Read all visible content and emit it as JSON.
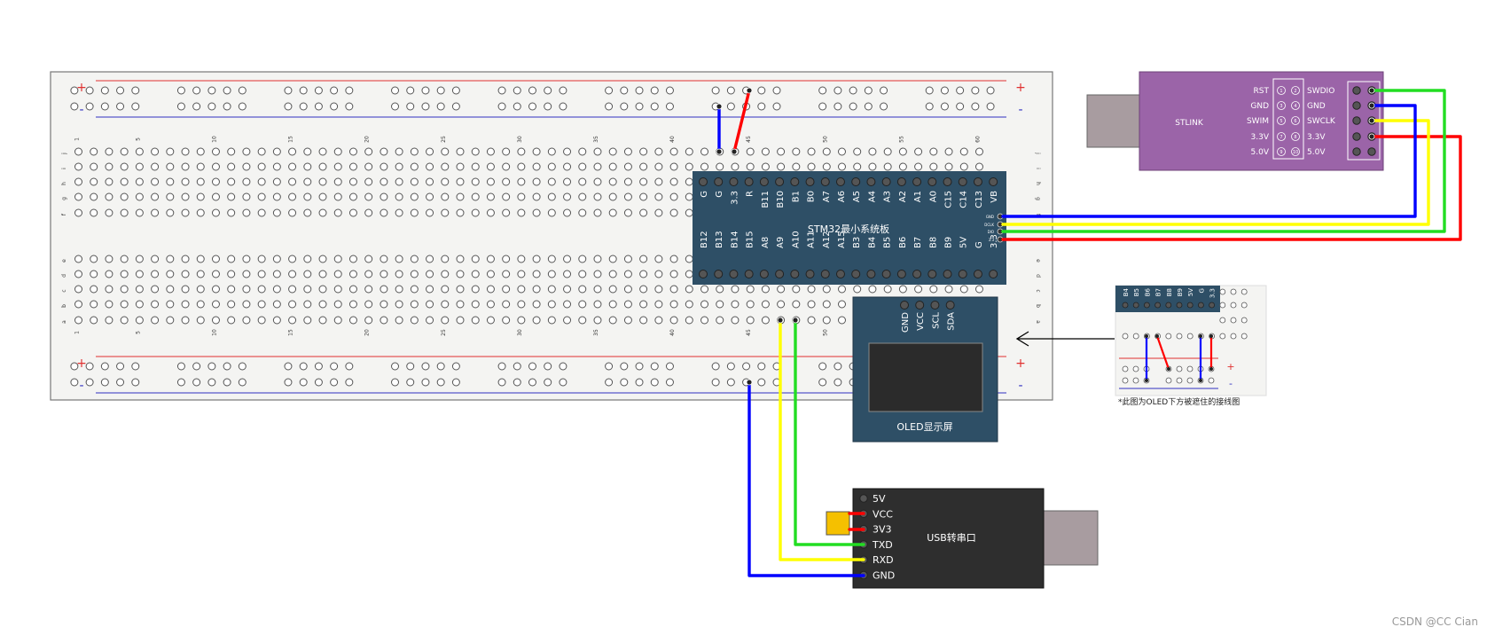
{
  "breadboard": {
    "rail_plus": "+",
    "rail_minus": "-",
    "column_numbers": [
      "1",
      "5",
      "10",
      "15",
      "20",
      "25",
      "30",
      "35",
      "40",
      "45",
      "50",
      "55",
      "60"
    ],
    "row_letters_top": [
      "j",
      "i",
      "h",
      "g",
      "f"
    ],
    "row_letters_bottom": [
      "e",
      "d",
      "c",
      "b",
      "a"
    ]
  },
  "stm32": {
    "title": "STM32最小系统板",
    "top_pins": [
      "G",
      "G",
      "3.3",
      "R",
      "B11",
      "B10",
      "B1",
      "B0",
      "A7",
      "A6",
      "A5",
      "A4",
      "A3",
      "A2",
      "A1",
      "A0",
      "C15",
      "C14",
      "C13",
      "VB"
    ],
    "bottom_pins": [
      "B12",
      "B13",
      "B14",
      "B15",
      "A8",
      "A9",
      "A10",
      "A11",
      "A12",
      "A15",
      "B3",
      "B4",
      "B5",
      "B6",
      "B7",
      "B8",
      "B9",
      "5V",
      "G",
      "3.3"
    ],
    "side_pins": [
      "GND",
      "DCLK",
      "DIO",
      "3.3"
    ]
  },
  "stlink": {
    "label": "STLINK",
    "left_labels": [
      "RST",
      "GND",
      "SWIM",
      "3.3V",
      "5.0V"
    ],
    "right_labels": [
      "SWDIO",
      "GND",
      "SWCLK",
      "3.3V",
      "5.0V"
    ],
    "pin_numbers": [
      "1",
      "2",
      "3",
      "4",
      "5",
      "6",
      "7",
      "8",
      "9",
      "10"
    ]
  },
  "oled": {
    "title": "OLED显示屏",
    "pins": [
      "GND",
      "VCC",
      "SCL",
      "SDA"
    ]
  },
  "usb_serial": {
    "title": "USB转串口",
    "pins": [
      "5V",
      "VCC",
      "3V3",
      "TXD",
      "RXD",
      "GND"
    ]
  },
  "inset": {
    "pins": [
      "B4",
      "B5",
      "B6",
      "B7",
      "B8",
      "B9",
      "5V",
      "G",
      "3.3"
    ],
    "rail_plus": "+",
    "rail_minus": "-",
    "caption": "*此图为OLED下方被遮住的接线图"
  },
  "colors": {
    "wire_blue": "#0000ff",
    "wire_red": "#ff0000",
    "wire_green": "#22dd22",
    "wire_yellow": "#ffff00",
    "board_blue": "#2e4f66",
    "stlink_purple": "#9b64a8",
    "usb_dark": "#2e2e2e",
    "connector_gray": "#a89ca0"
  },
  "watermark": "CSDN @CC Cian"
}
